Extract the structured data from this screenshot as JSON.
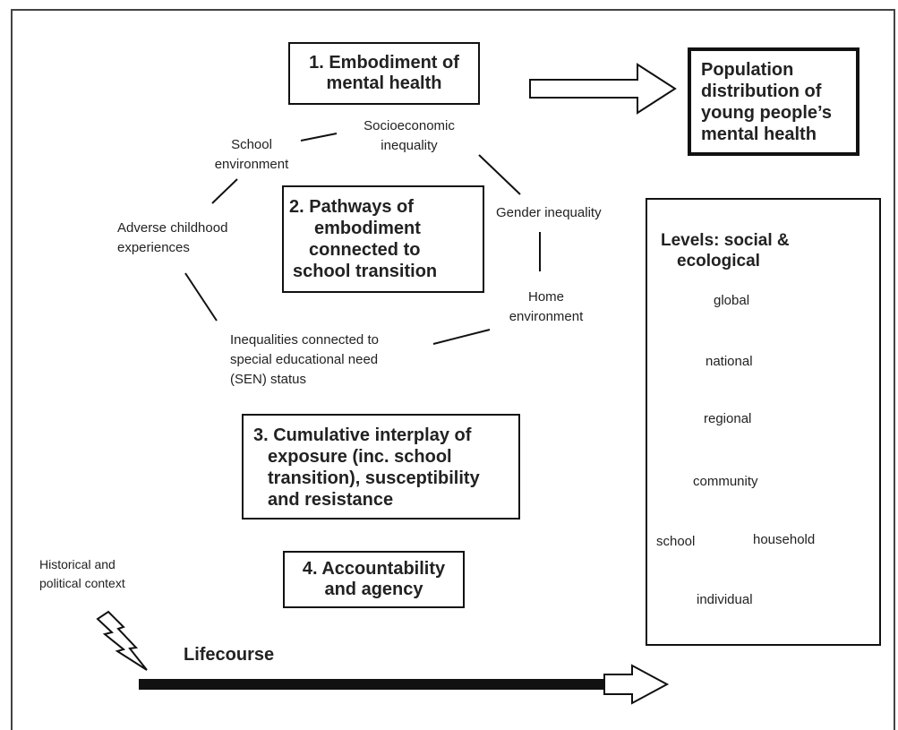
{
  "boxes": {
    "embodiment": [
      "1. Embodiment of",
      "mental health"
    ],
    "population": [
      "Population",
      "distribution of",
      "young people’s",
      "mental health"
    ],
    "pathways": [
      "2. Pathways of",
      "embodiment",
      "connected to",
      "school transition"
    ],
    "cumulative": [
      "3. Cumulative interplay of",
      "exposure (inc. school",
      "transition), susceptibility",
      "and resistance"
    ],
    "accountability": [
      "4. Accountability",
      "and agency"
    ]
  },
  "factors": {
    "socioeconomic": [
      "Socioeconomic",
      "inequality"
    ],
    "school_environment": [
      "School",
      "environment"
    ],
    "adverse_childhood": [
      "Adverse childhood",
      "experiences"
    ],
    "gender": "Gender inequality",
    "home_environment": [
      "Home",
      "environment"
    ],
    "sen": [
      "Inequalities connected to",
      "special educational need",
      "(SEN) status"
    ]
  },
  "historical": [
    "Historical and",
    "political context"
  ],
  "lifecourse": "Lifecourse",
  "levels": {
    "title": [
      "Levels: social &",
      "ecological"
    ],
    "global": "global",
    "national": "national",
    "regional": "regional",
    "community": "community",
    "school": "school",
    "household": "household",
    "individual": "individual"
  }
}
